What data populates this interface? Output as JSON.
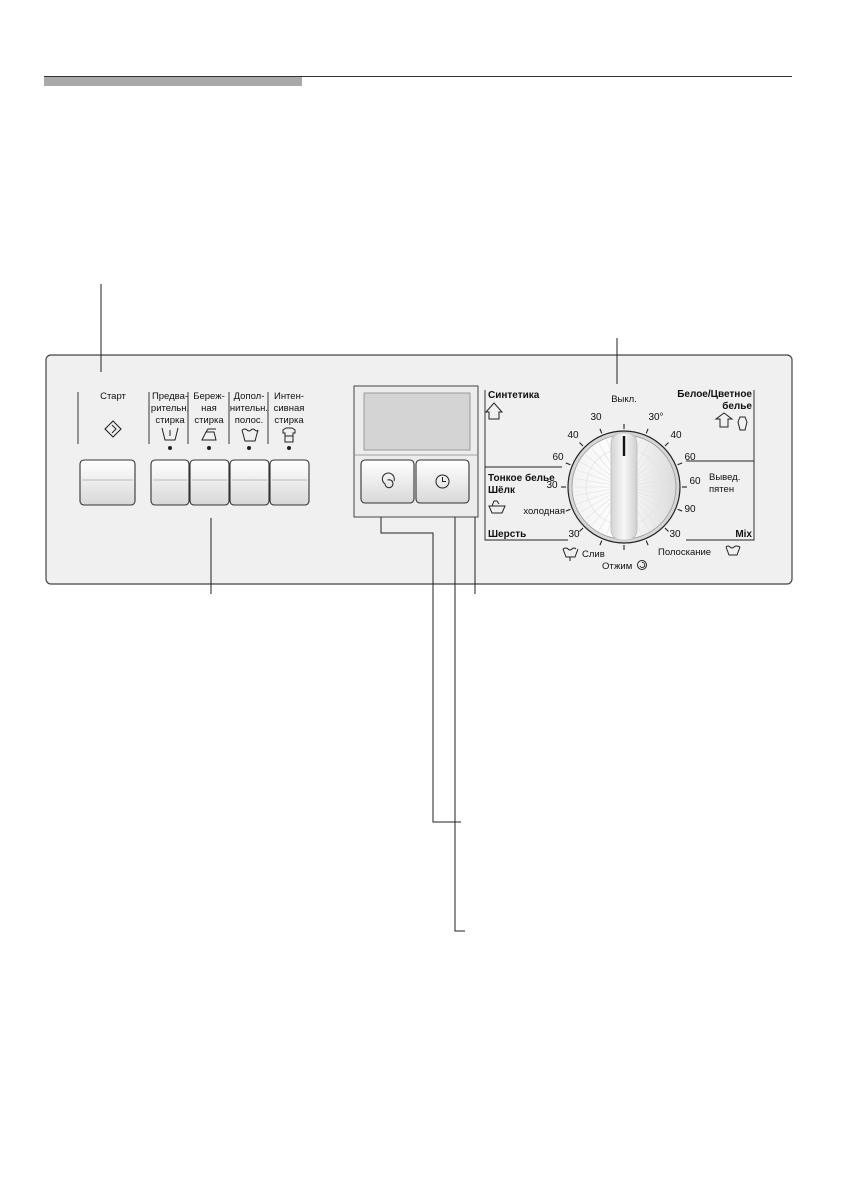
{
  "panel": {
    "start": {
      "label": "Старт"
    },
    "options": [
      {
        "lines": [
          "Предва-",
          "рительн.",
          "стирка"
        ]
      },
      {
        "lines": [
          "Береж-",
          "ная",
          "стирка"
        ]
      },
      {
        "lines": [
          "Допол-",
          "нительн.",
          "полос."
        ]
      },
      {
        "lines": [
          "Интен-",
          "сивная",
          "стирка"
        ]
      }
    ]
  },
  "dial": {
    "off_label": "Выкл.",
    "programs": {
      "synthetics": "Синтетика",
      "white_colored": [
        "Белое/Цветное",
        "белье"
      ],
      "delicates": [
        "Тонкое белье",
        "Шёлк"
      ],
      "wool": "Шерсть",
      "mix": "Mix",
      "stain": [
        "Вывед.",
        "пятен"
      ]
    },
    "temps_left": [
      "30",
      "40",
      "60",
      "30",
      "холодная",
      "30"
    ],
    "temps_right": [
      "30°",
      "40",
      "60",
      "60",
      "90",
      "30"
    ],
    "bottom": {
      "drain": "Слив",
      "spin": "Отжим",
      "rinse": "Полоскание"
    }
  },
  "icons": [
    "start-diamond-icon",
    "prewash-tub-icon",
    "iron-icon",
    "rinse-tub-icon",
    "shirt-icon",
    "spin-icon",
    "clock-icon",
    "synthetics-shirt-icon",
    "handwash-icon"
  ]
}
